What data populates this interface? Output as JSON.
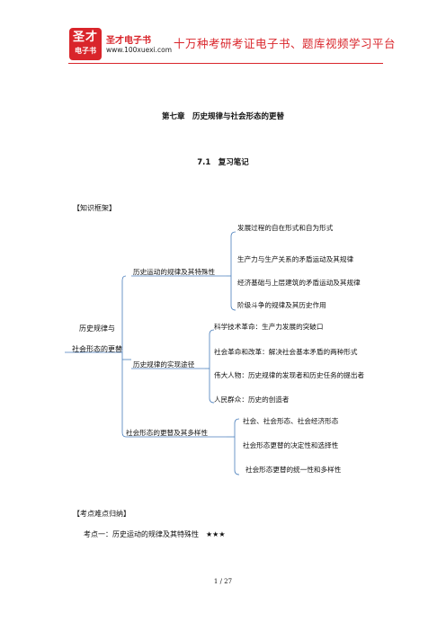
{
  "header": {
    "logo_top": "圣才",
    "logo_bottom": "电子书",
    "brand_name": "圣才电子书",
    "brand_url": "www.100xuexi.com",
    "slogan": "十万种考研考证电子书、题库视频学习平台"
  },
  "chapter_title": "第七章　历史规律与社会形态的更替",
  "section_title": "7.1　复习笔记",
  "framework_heading": "【知识框架】",
  "mindmap": {
    "root_line1": "历史规律与",
    "root_line2": "社会形态的更替",
    "branches": [
      {
        "label": "历史运动的规律及其特殊性",
        "leaves": [
          "发展过程的自在形式和自为形式",
          "生产力与生产关系的矛盾运动及其规律",
          "经济基础与上层建筑的矛盾运动及其规律",
          "阶级斗争的规律及其历史作用"
        ]
      },
      {
        "label": "历史规律的实现途径",
        "leaves": [
          "科学技术革命：生产力发展的突破口",
          "社会革命和改革：解决社会基本矛盾的两种形式",
          "伟大人物：历史规律的发现者和历史任务的提出者",
          "人民群众：历史的创造者"
        ]
      },
      {
        "label": "社会形态的更替及其多样性",
        "leaves": [
          "社会、社会形态、社会经济形态",
          "社会形态更替的决定性和选择性",
          "社会形态更替的统一性和多样性"
        ]
      }
    ]
  },
  "key_points_heading": "【考点难点归纳】",
  "key_point_1": "考点一：历史运动的规律及其特殊性　★★★",
  "page_number": "1 / 27"
}
